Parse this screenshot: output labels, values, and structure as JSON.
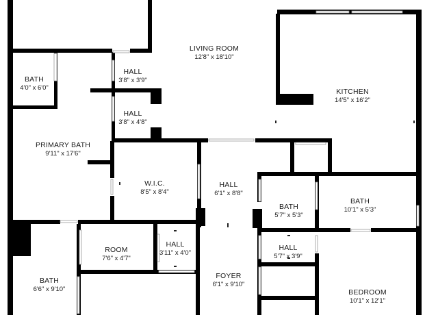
{
  "rooms": {
    "living_room": {
      "name": "LIVING ROOM",
      "dims": "12'8\" x 18'10\""
    },
    "kitchen": {
      "name": "KITCHEN",
      "dims": "14'5\" x 16'2\""
    },
    "bath_top": {
      "name": "BATH",
      "dims": "4'0\" x 6'0\""
    },
    "hall_a": {
      "name": "HALL",
      "dims": "3'8\" x 3'9\""
    },
    "hall_b": {
      "name": "HALL",
      "dims": "3'8\" x 4'8\""
    },
    "primary_bath": {
      "name": "PRIMARY BATH",
      "dims": "9'11\" x 17'6\""
    },
    "wic": {
      "name": "W.I.C.",
      "dims": "8'5\" x 8'4\""
    },
    "hall_center": {
      "name": "HALL",
      "dims": "6'1\" x 8'8\""
    },
    "bath_mid": {
      "name": "BATH",
      "dims": "5'7\" x 5'3\""
    },
    "bath_right": {
      "name": "BATH",
      "dims": "10'1\" x 5'3\""
    },
    "room": {
      "name": "ROOM",
      "dims": "7'6\" x 4'7\""
    },
    "hall_c": {
      "name": "HALL",
      "dims": "3'11\" x 4'0\""
    },
    "hall_d": {
      "name": "HALL",
      "dims": "5'7\" x 3'9\""
    },
    "bath_bottom": {
      "name": "BATH",
      "dims": "6'6\" x 9'10\""
    },
    "foyer": {
      "name": "FOYER",
      "dims": "6'1\" x 9'10\""
    },
    "bedroom": {
      "name": "BEDROOM",
      "dims": "10'1\" x 12'1\""
    }
  },
  "colors": {
    "wall": "#000000",
    "background": "#ffffff",
    "opening": "#9a9a9a"
  }
}
